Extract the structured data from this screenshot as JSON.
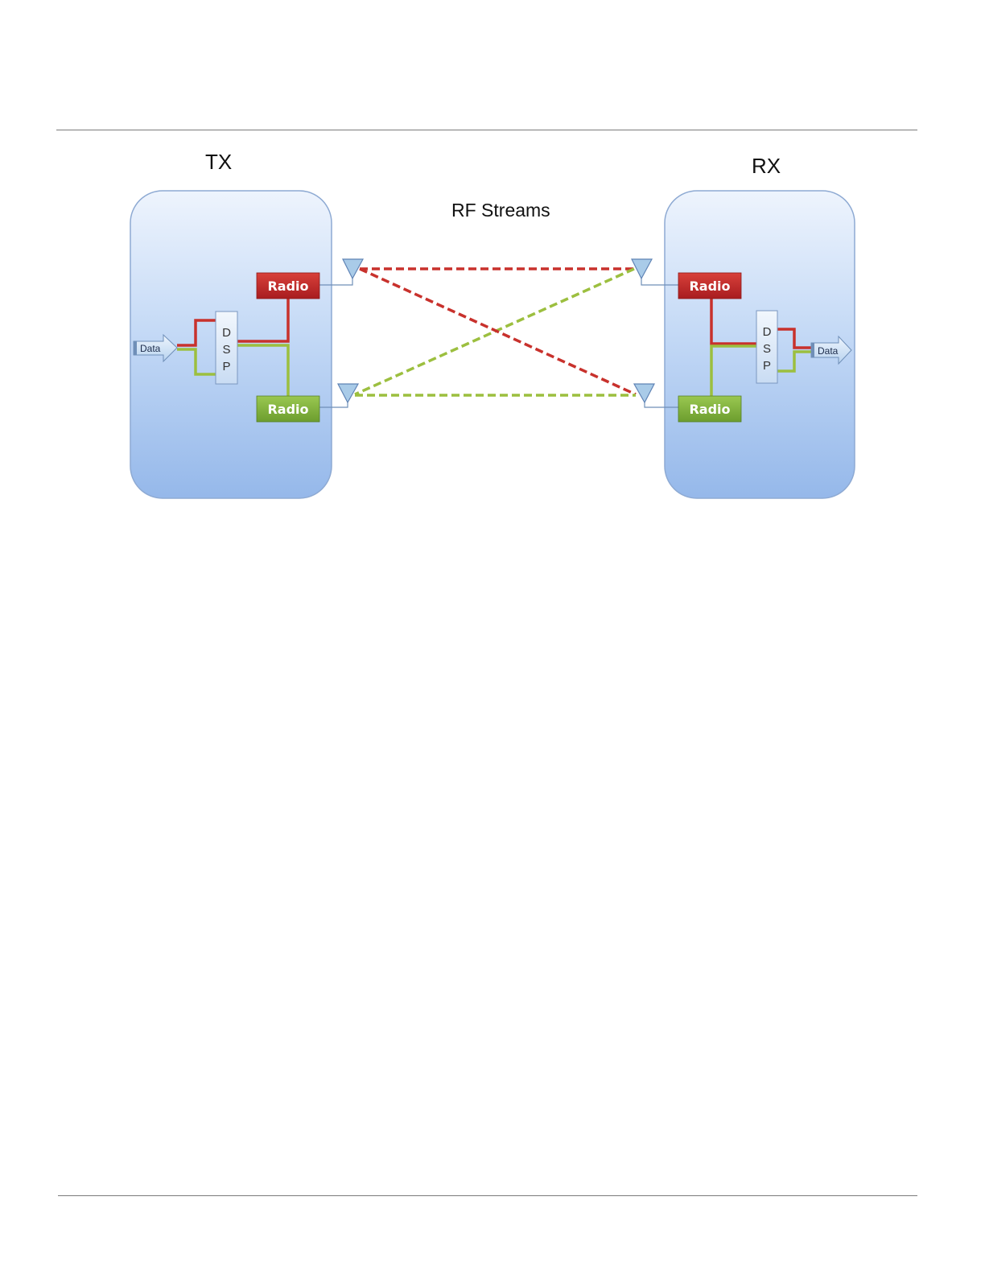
{
  "diagram": {
    "tx_label": "TX",
    "rx_label": "RX",
    "rf_label": "RF Streams",
    "tx": {
      "radio_top": "Radio",
      "radio_bottom": "Radio",
      "dsp": {
        "l1": "D",
        "l2": "S",
        "l3": "P"
      },
      "data": "Data"
    },
    "rx": {
      "radio_top": "Radio",
      "radio_bottom": "Radio",
      "dsp": {
        "l1": "D",
        "l2": "S",
        "l3": "P"
      },
      "data": "Data"
    }
  },
  "colors": {
    "red_stream": "#c8312c",
    "green_stream": "#9cbf3f",
    "radio_red": "#c0282a",
    "radio_green": "#7fb03a",
    "panel_blue": "#a9c6ef",
    "antenna": "#a9cbe8"
  }
}
